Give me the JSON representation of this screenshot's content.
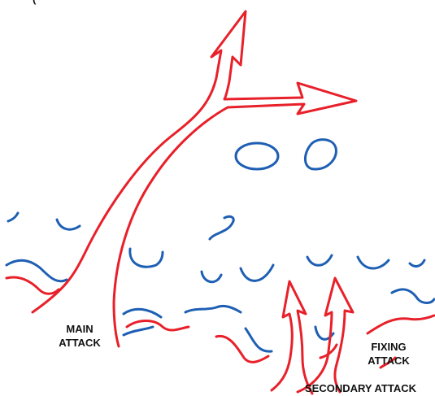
{
  "colors": {
    "attack_arrow": "#e8202a",
    "enemy_position": "#1e5fb4",
    "label_text": "#111111",
    "background": "#ffffff"
  },
  "labels": {
    "main_attack_line1": "MAIN",
    "main_attack_line2": "ATTACK",
    "fixing_attack_line1": "FIXING",
    "fixing_attack_line2": "ATTACK",
    "secondary_attack": "SECONDARY ATTACK"
  },
  "icons": {
    "attack_arrow": "arrow-icon",
    "enemy_position": "enemy-position-icon"
  }
}
